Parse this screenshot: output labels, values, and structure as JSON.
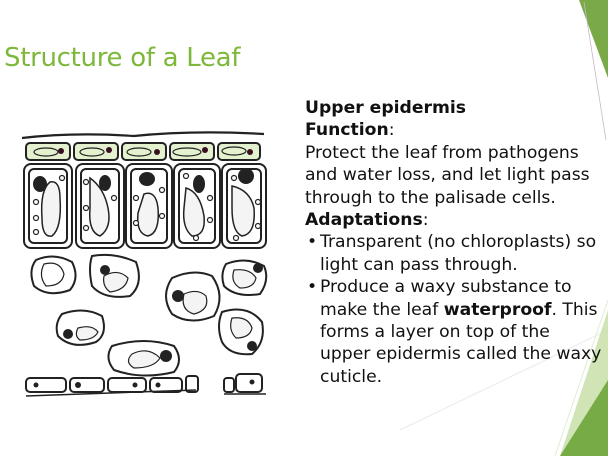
{
  "slide": {
    "title": "Structure of a Leaf",
    "accent_color": "#7db83a",
    "diagram": {
      "label": "leaf cross-section diagram",
      "epidermis_fill": "#e3f1cf"
    },
    "content": {
      "heading": "Upper epidermis",
      "function_label": "Function",
      "function_colon": ":",
      "function_text": "Protect the leaf from pathogens and water loss, and let light pass through to the palisade cells.",
      "adaptations_label": "Adaptations",
      "adaptations_colon": ":",
      "bullet_glyph": "•",
      "bullets": [
        {
          "text": "Transparent (no chloroplasts) so light can pass through."
        },
        {
          "pre": "Produce a waxy substance to make the leaf ",
          "bold": "waterproof",
          "post": ". This forms a layer on top of the upper epidermis called the waxy cuticle."
        }
      ]
    }
  }
}
